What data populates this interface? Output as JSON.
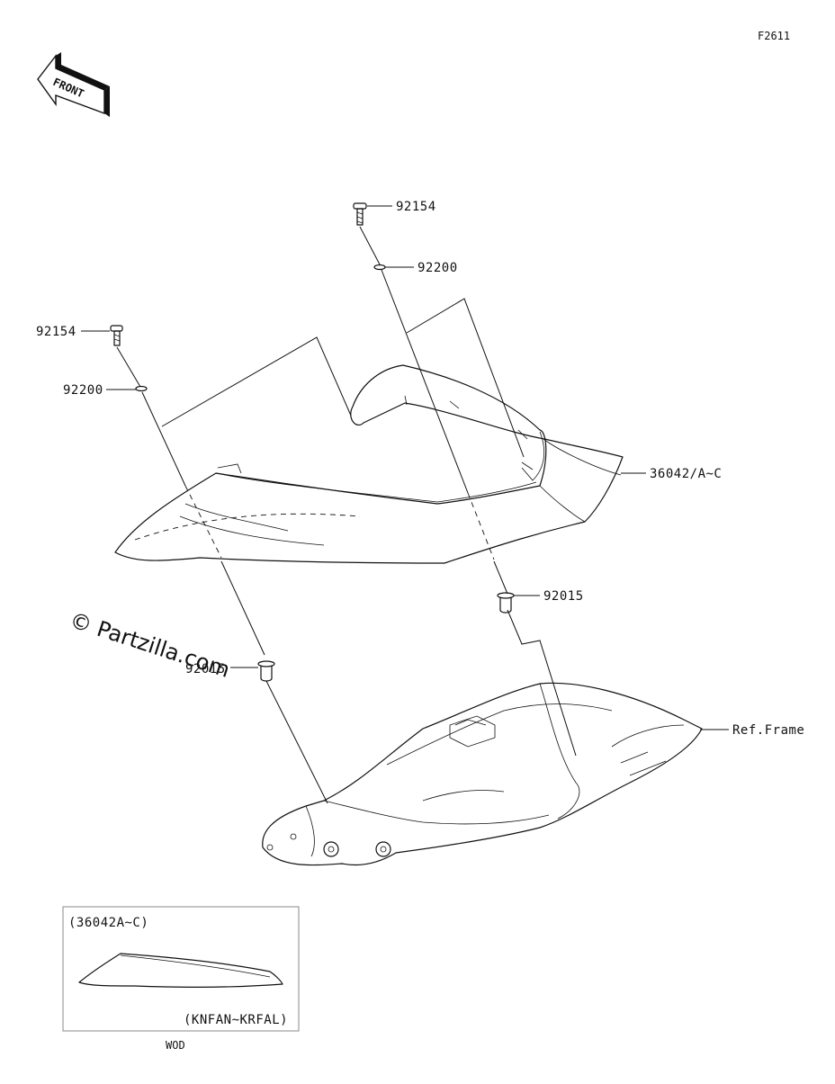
{
  "figure": {
    "code": "F2611",
    "front_label": "FRONT",
    "watermark": "© Partzilla.com"
  },
  "callouts": {
    "bolt_right": "92154",
    "washer_right": "92200",
    "bolt_left": "92154",
    "washer_left": "92200",
    "cover": "36042/A~C",
    "grommet_right": "92015",
    "grommet_left": "92015",
    "frame": "Ref.Frame"
  },
  "inset": {
    "part_label": "(36042A~C)",
    "model_label": "(KNFAN~KRFAL)",
    "footer": "WOD"
  }
}
